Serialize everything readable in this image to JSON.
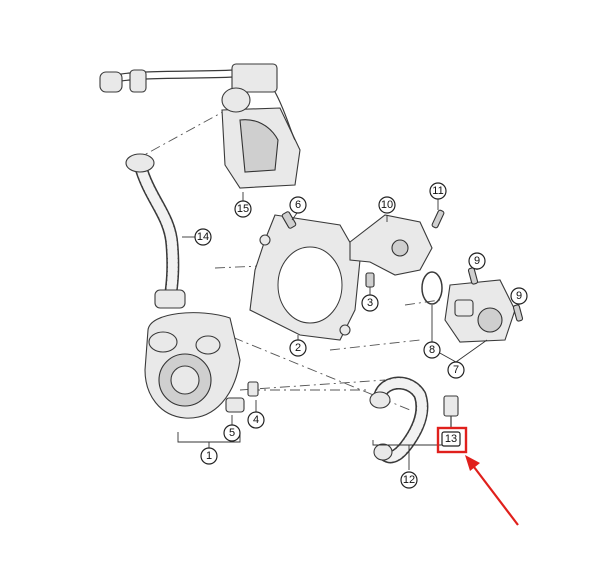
{
  "callouts": [
    {
      "id": "c1",
      "label": "1"
    },
    {
      "id": "c2",
      "label": "2"
    },
    {
      "id": "c3",
      "label": "3"
    },
    {
      "id": "c4",
      "label": "4"
    },
    {
      "id": "c5",
      "label": "5"
    },
    {
      "id": "c6",
      "label": "6"
    },
    {
      "id": "c7",
      "label": "7"
    },
    {
      "id": "c8",
      "label": "8"
    },
    {
      "id": "c9a",
      "label": "9"
    },
    {
      "id": "c9b",
      "label": "9"
    },
    {
      "id": "c10",
      "label": "10"
    },
    {
      "id": "c11",
      "label": "11"
    },
    {
      "id": "c12",
      "label": "12"
    },
    {
      "id": "c13",
      "label": "13"
    },
    {
      "id": "c14",
      "label": "14"
    },
    {
      "id": "c15",
      "label": "15"
    }
  ],
  "highlight": {
    "target_label": "13",
    "color": "#e0201c"
  }
}
